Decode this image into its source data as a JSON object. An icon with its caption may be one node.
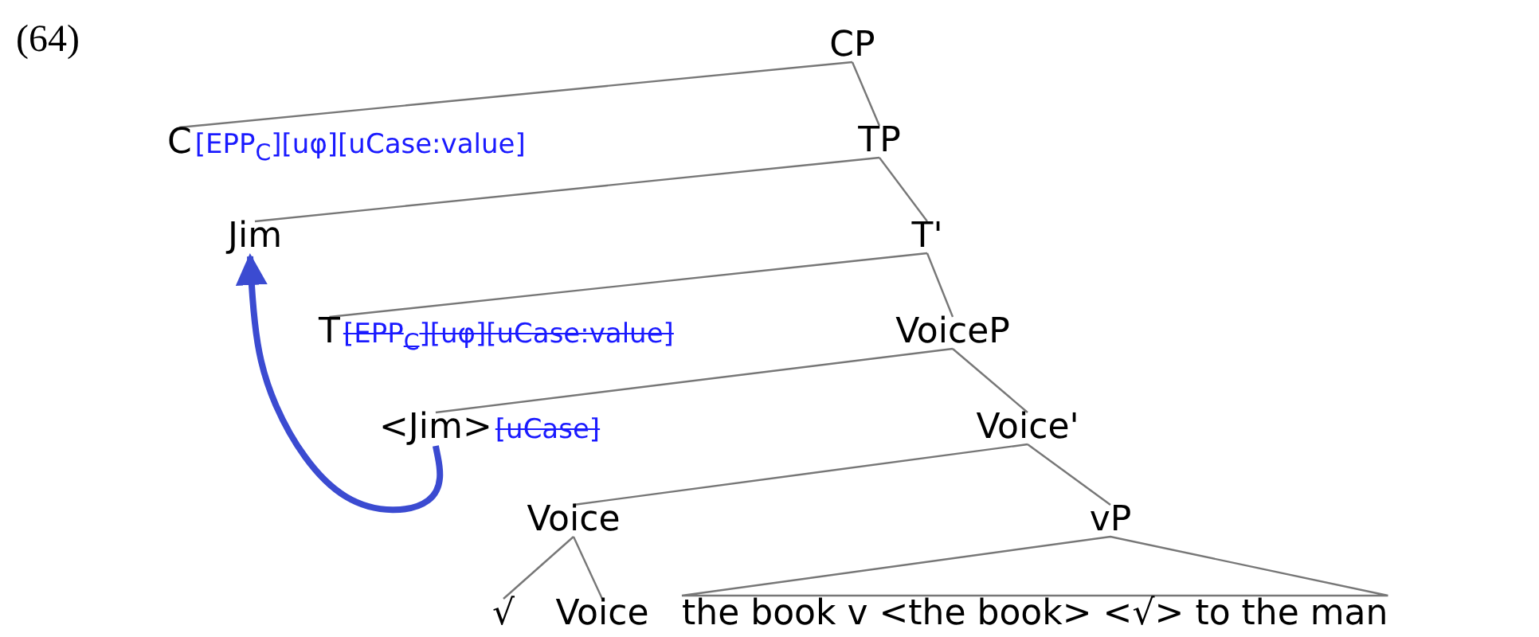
{
  "diagram": {
    "nodes": [
      {
        "text": [
          "CP"
        ]
      },
      {
        "text": [
          "C",
          "[EPP$_{C}$][uφ][uCase:value]"
        ]
      },
      {
        "text": [
          "TP"
        ]
      },
      {
        "text": [
          "Jim"
        ]
      },
      {
        "text": [
          "T'"
        ]
      },
      {
        "text": [
          "T",
          "[EPP$_{C}$][uφ][uCase:value]"
        ]
      },
      {
        "text": [
          "VoiceP"
        ]
      },
      {
        "text": [
          "<Jim>",
          "[uCase]"
        ]
      },
      {
        "text": [
          "Voice'"
        ]
      },
      {
        "text": [
          "Voice"
        ]
      },
      {
        "text": [
          "vP"
        ]
      },
      {
        "text": [
          "√"
        ]
      },
      {
        "text": [
          "Voice"
        ]
      },
      {
        "text": [
          "the book v <the book> <√> to the man"
        ]
      }
    ],
    "edges": [
      {
        "from": 0,
        "to": 1,
        "arrow": "none"
      },
      {
        "from": 0,
        "to": 2,
        "arrow": "none"
      },
      {
        "from": 2,
        "to": 3,
        "arrow": "none"
      },
      {
        "from": 2,
        "to": 4,
        "arrow": "none"
      },
      {
        "from": 4,
        "to": 5,
        "arrow": "none"
      },
      {
        "from": 4,
        "to": 6,
        "arrow": "none"
      },
      {
        "from": 6,
        "to": 7,
        "arrow": "none"
      },
      {
        "from": 6,
        "to": 8,
        "arrow": "none"
      },
      {
        "from": 8,
        "to": 9,
        "arrow": "none"
      },
      {
        "from": 8,
        "to": 10,
        "arrow": "none"
      },
      {
        "from": 9,
        "to": 11,
        "arrow": "none"
      },
      {
        "from": 9,
        "to": 12,
        "arrow": "none"
      },
      {
        "from": 10,
        "to": 13,
        "arrow": "none"
      },
      {
        "from": 7,
        "to": 3,
        "arrow": "to",
        "style": "thick",
        "color": "#3b4bd1"
      }
    ],
    "labels": [
      "(64)"
    ]
  }
}
